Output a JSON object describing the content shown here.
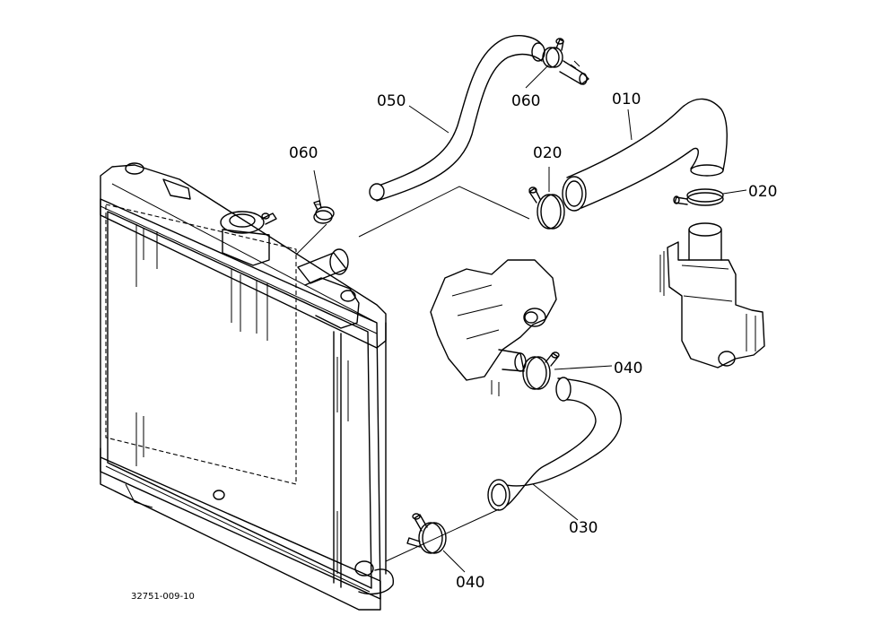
{
  "callouts": {
    "hose_010": "010",
    "clamp_020_a": "020",
    "clamp_020_b": "020",
    "hose_030": "030",
    "clamp_040_a": "040",
    "clamp_040_b": "040",
    "hose_050": "050",
    "clamp_060_a": "060",
    "clamp_060_b": "060"
  },
  "figure_code": "32751-009-10"
}
